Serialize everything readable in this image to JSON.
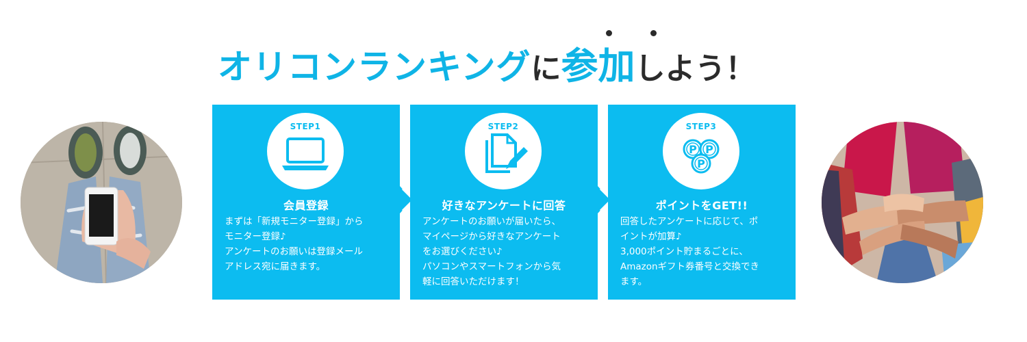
{
  "headline": {
    "part1": "オリコンランキング",
    "part2": "に",
    "part3": "参加",
    "part4": "しよう！"
  },
  "steps": [
    {
      "label": "STEP1",
      "icon": "laptop-icon",
      "title": "会員登録",
      "text": "まずは「新規モニター登録」から\nモニター登録♪\nアンケートのお願いは登録メール\nアドレス宛に届きます。"
    },
    {
      "label": "STEP2",
      "icon": "document-edit-icon",
      "title": "好きなアンケートに回答",
      "text": "アンケートのお願いが届いたら、\nマイページから好きなアンケート\nをお選びください♪\nパソコンやスマートフォンから気\n軽に回答いただけます！"
    },
    {
      "label": "STEP3",
      "icon": "points-icon",
      "title": "ポイントをGET!!",
      "text": "回答したアンケートに応じて、ポ\nイントが加算♪\n3,000ポイント貯まるごとに、\nAmazonギフト券番号と交換でき\nます。",
      "icon_glyph": "P"
    }
  ],
  "colors": {
    "accent": "#0cbcf0",
    "headline_blue": "#0fb4e6",
    "dark_text": "#2b2b2b"
  }
}
